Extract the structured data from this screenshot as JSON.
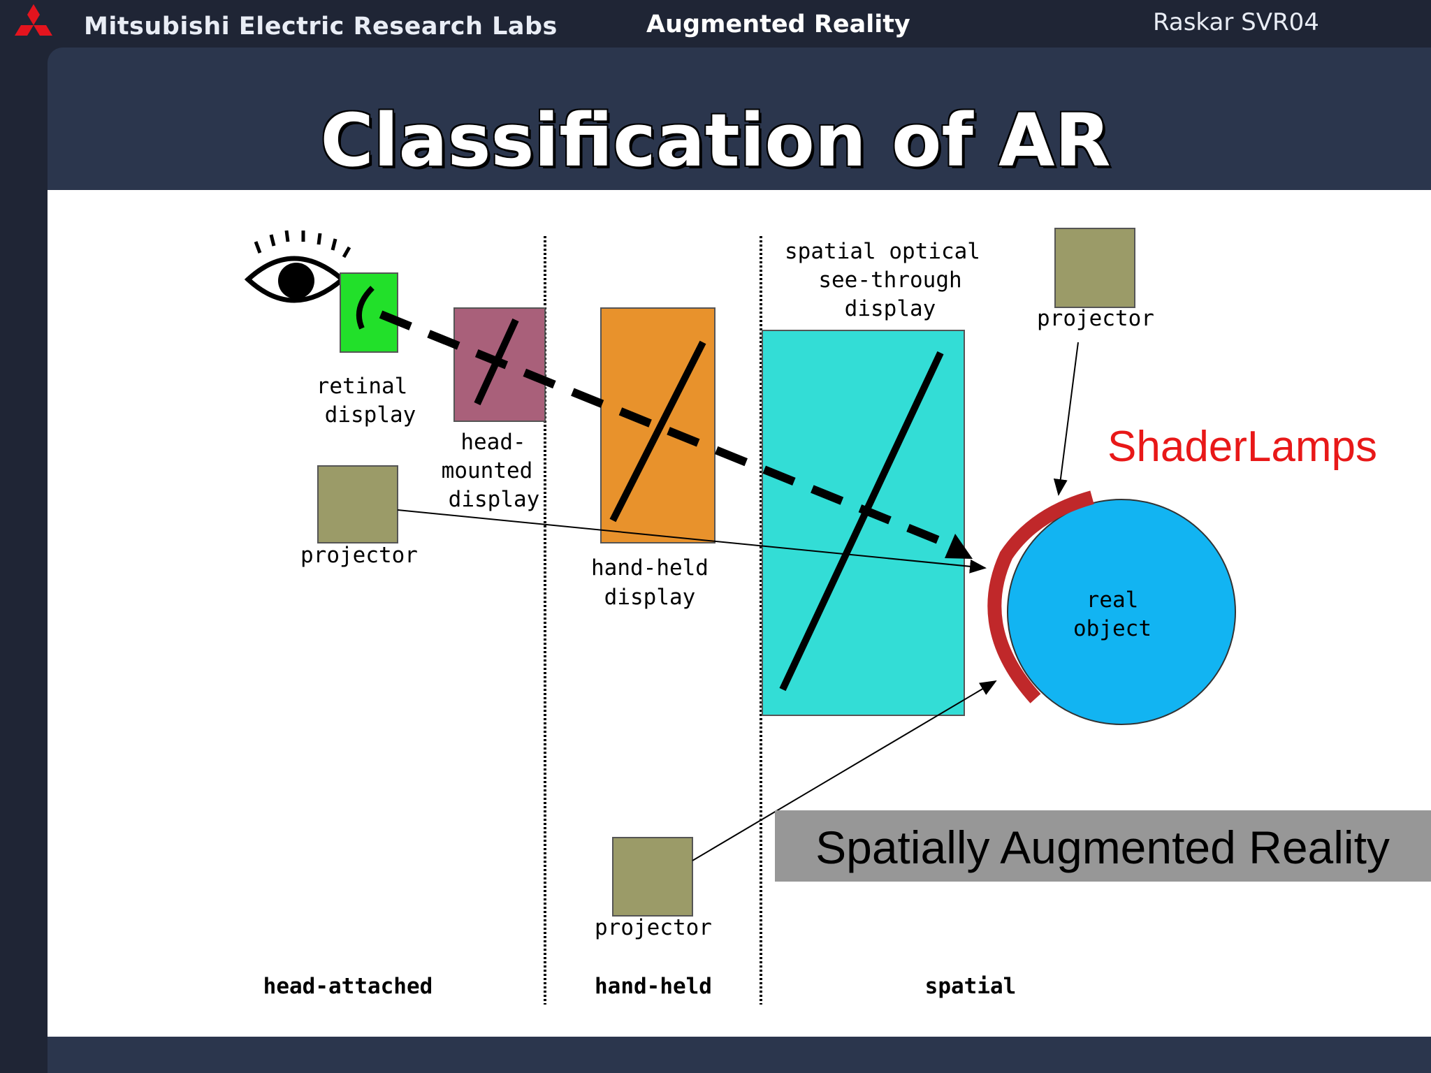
{
  "header": {
    "org": "Mitsubishi Electric Research Labs",
    "topic": "Augmented Reality",
    "author": "Raskar SVR04"
  },
  "slide": {
    "title": "Classification of AR"
  },
  "diagram": {
    "labels": {
      "retinal_1": "retinal",
      "retinal_2": "display",
      "hmd_1": "head-",
      "hmd_2": "mounted",
      "hmd_3": "display",
      "projector_left": "projector",
      "handheld_1": "hand-held",
      "handheld_2": "display",
      "spatial_1": "spatial optical",
      "spatial_2": "see-through",
      "spatial_3": "display",
      "projector_top": "projector",
      "real_1": "real",
      "real_2": "object",
      "projector_bottom": "projector",
      "cat_head": "head-attached",
      "cat_hand": "hand-held",
      "cat_spatial": "spatial",
      "shaderlamps": "ShaderLamps",
      "sar": "Spatially Augmented Reality"
    },
    "colors": {
      "retinal": "#22e02a",
      "hmd": "#a9607a",
      "handheld": "#e8922c",
      "spatial": "#33ddd6",
      "projector": "#9b9b68",
      "real_object": "#12b4f2",
      "shaderlamp_arc": "#c0282a",
      "shaderlamps_text": "#e81818",
      "sar_banner": "#979797"
    },
    "icons": [
      "eye-icon",
      "mitsubishi-logo"
    ]
  }
}
